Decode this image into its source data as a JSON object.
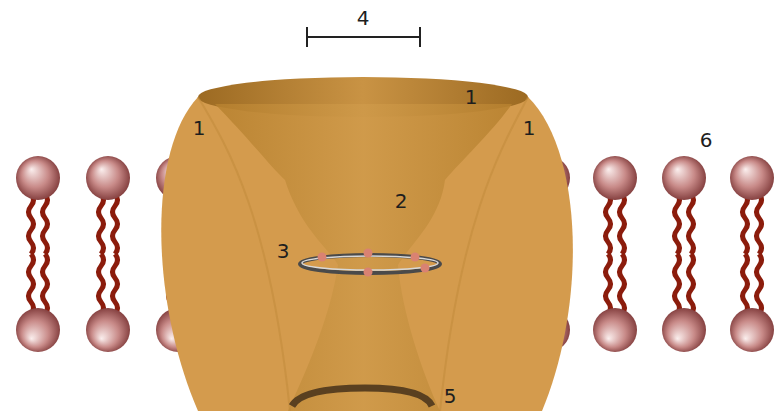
{
  "diagram": {
    "labels": [
      "4",
      "1",
      "1",
      "1",
      "6",
      "2",
      "3",
      "5"
    ]
  }
}
